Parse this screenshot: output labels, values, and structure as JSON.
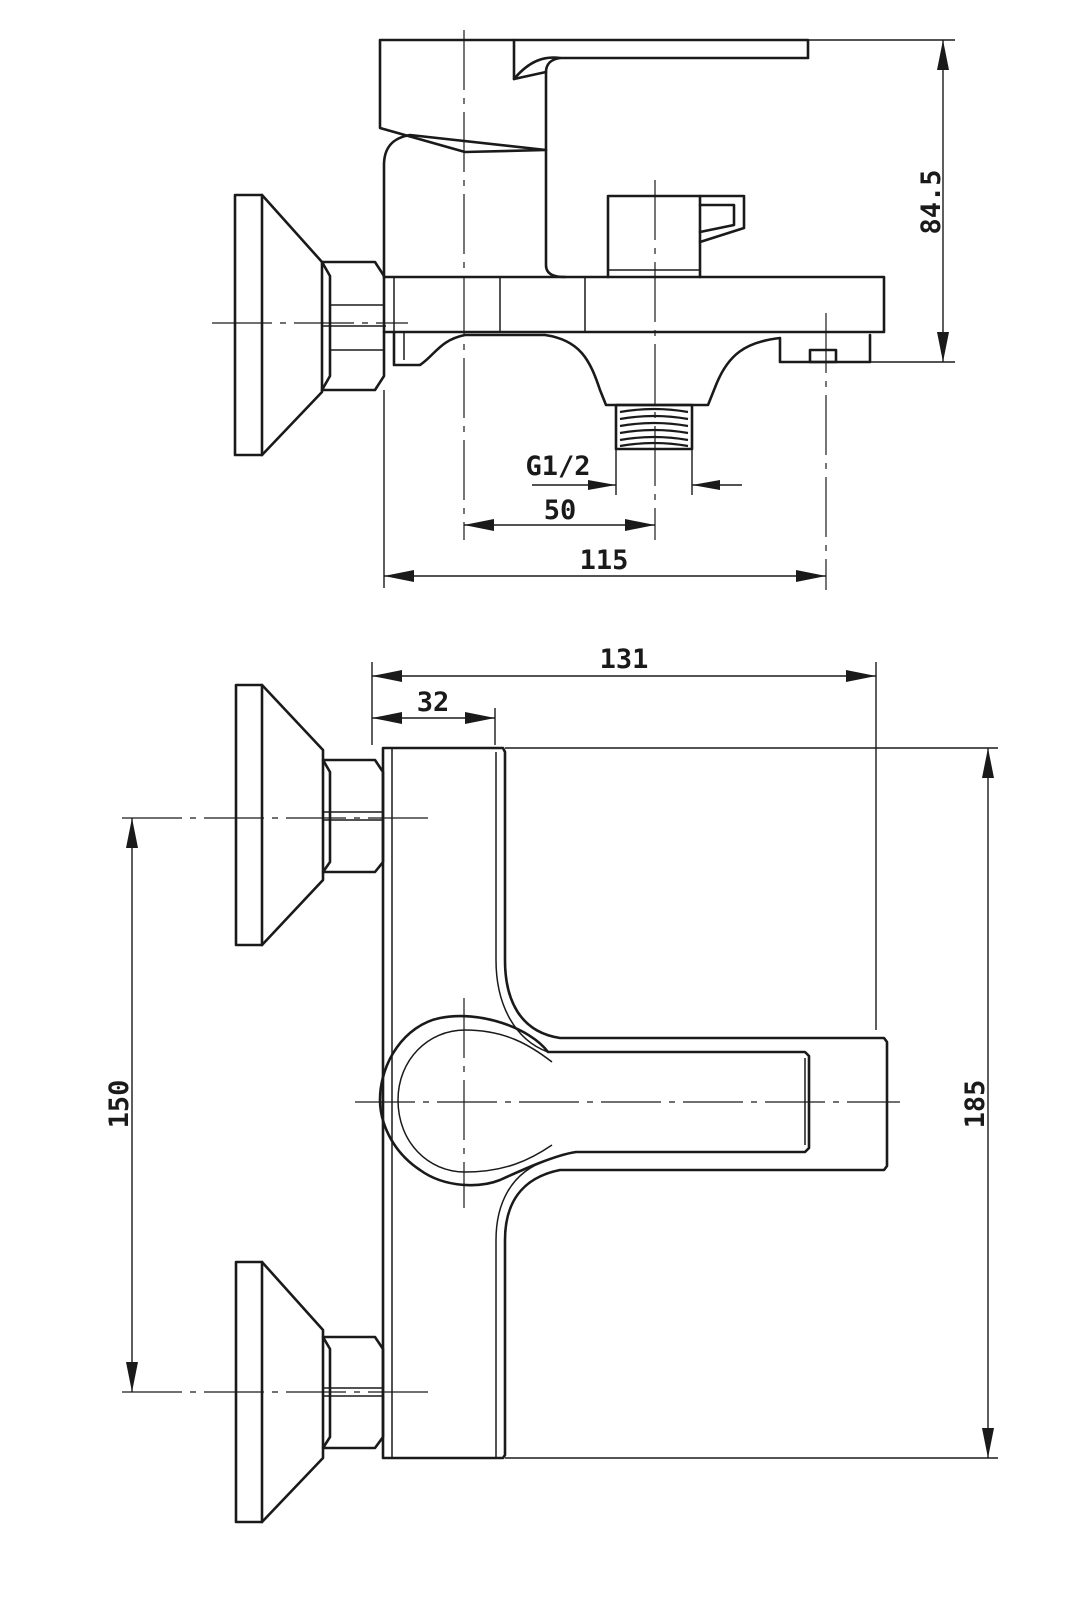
{
  "drawing": {
    "side_view": {
      "dimensions": {
        "height": "84.5",
        "thread": "G1/2",
        "center_offset": "50",
        "projection": "115"
      }
    },
    "top_view": {
      "dimensions": {
        "total_depth": "131",
        "body_depth": "32",
        "center_distance": "150",
        "body_width": "185"
      }
    }
  }
}
